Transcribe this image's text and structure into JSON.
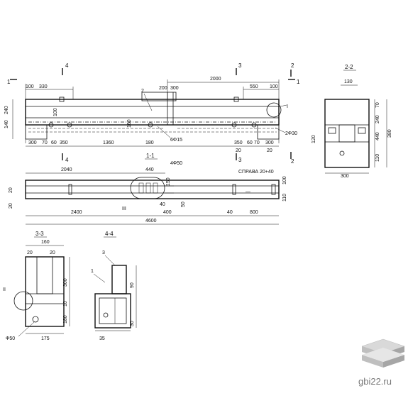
{
  "labels": {
    "section_1_1": "1-1",
    "section_2_2": "2-2",
    "section_3_3": "3-3",
    "section_4_4": "4-4",
    "mark_4": "4",
    "mark_3": "3",
    "mark_2": "2",
    "mark_1": "1",
    "item_1": "1",
    "item_2": "2",
    "item_3": "3",
    "item_I": "I",
    "item_II": "II",
    "item_III": "III",
    "rebar_6f15": "6Ф15",
    "rebar_2f30": "2Ф30",
    "rebar_4f50": "4Ф50",
    "rebar_f50": "Ф50",
    "sprava": "СПРАВА 20+40",
    "watermark": "gbi22.ru"
  },
  "dims": {
    "d100": "100",
    "d330": "330",
    "d2000": "2000",
    "d550": "550",
    "d200": "200",
    "d140": "140",
    "d240": "240",
    "d300": "300",
    "d70": "70",
    "d60": "60",
    "d350": "350",
    "d1360": "1360",
    "d160": "160",
    "d20": "20",
    "d130": "130",
    "d440": "440",
    "d380": "380",
    "d110": "110",
    "d120": "120",
    "d2040": "2040",
    "d50": "50",
    "d40": "40",
    "d400": "400",
    "d800": "800",
    "d2400": "2400",
    "d4600": "4600",
    "d175": "175",
    "d180": "180",
    "d35": "35",
    "d30": "30",
    "d10": "10",
    "d90": "90",
    "d150": "150"
  }
}
